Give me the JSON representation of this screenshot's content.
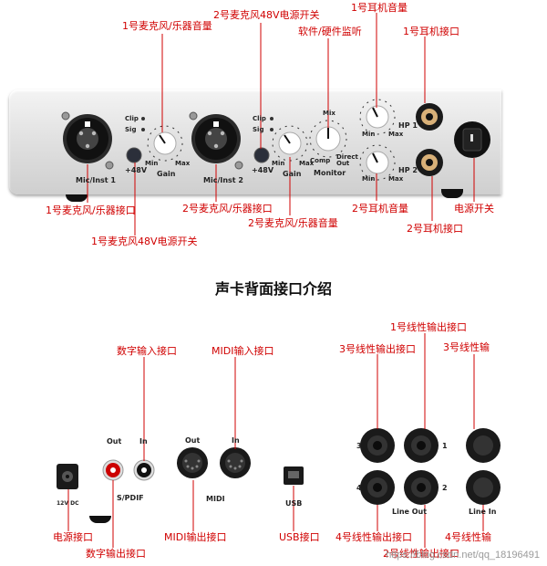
{
  "front": {
    "labels": {
      "mic1_gain": "1号麦克风/乐器音量",
      "mic2_phantom": "2号麦克风48V电源开关",
      "monitor": "软件/硬件监听",
      "hp1_volume": "1号耳机音量",
      "hp1_jack": "1号耳机接口",
      "mic1_jack": "1号麦克风/乐器接口",
      "mic1_phantom": "1号麦克风48V电源开关",
      "mic2_jack": "2号麦克风/乐器接口",
      "mic2_gain": "2号麦克风/乐器音量",
      "hp2_volume": "2号耳机音量",
      "hp2_jack": "2号耳机接口",
      "power": "电源开关"
    },
    "panel_text": {
      "clip": "Clip",
      "sig": "Sig",
      "gain": "Gain",
      "min": "Min",
      "max": "Max",
      "plus48v": "+48V",
      "mic_inst_1": "Mic/Inst 1",
      "mic_inst_2": "Mic/Inst 2",
      "mix": "Mix",
      "comp": "Comp",
      "direct_out": "Direct Out",
      "monitor": "Monitor",
      "hp1": "HP 1",
      "hp2": "HP 2"
    }
  },
  "section_title": "声卡背面接口介绍",
  "back": {
    "labels": {
      "spdif_in": "数字输入接口",
      "midi_in": "MIDI输入接口",
      "line1": "1号线性输出接口",
      "line3": "3号线性输出接口",
      "line3b": "3号线性输",
      "power_jack": "电源接口",
      "spdif_out": "数字输出接口",
      "midi_out": "MIDI输出接口",
      "usb": "USB接口",
      "line4": "4号线性输出接口",
      "line2": "2号线性输出接口",
      "line4b": "4号线性输"
    },
    "panel_text": {
      "out": "Out",
      "in": "In",
      "spdif": "S/PDIF",
      "midi": "MIDI",
      "usb": "USB",
      "dc": "12V DC",
      "line_out": "Line Out",
      "line_in": "Line In",
      "n1": "1",
      "n2": "2",
      "n3": "3",
      "n4": "4"
    }
  },
  "watermark": "https://blog.csdn.net/qq_18196491",
  "colors": {
    "accent_red": "#d00000",
    "led_red": "#e00000"
  }
}
